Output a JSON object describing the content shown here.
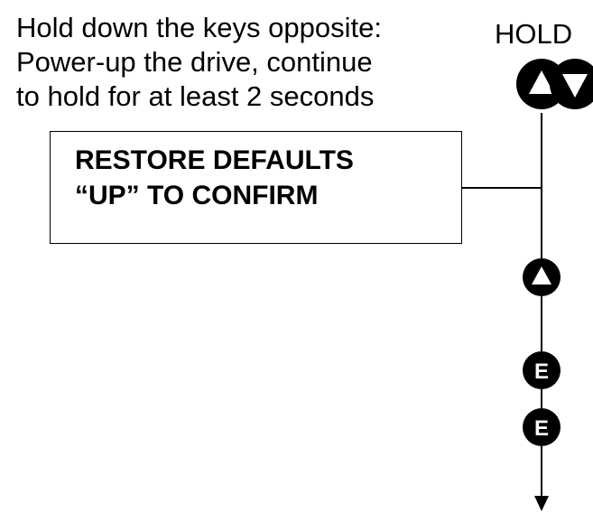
{
  "instructions": {
    "line1": "Hold down the keys opposite:",
    "line2": "Power-up the drive, continue",
    "line3": "to hold for at least 2 seconds"
  },
  "hold_label": "HOLD",
  "display": {
    "line1": "RESTORE DEFAULTS",
    "line2": "“UP” TO CONFIRM"
  },
  "keys": {
    "hold_keys": [
      "up-arrow",
      "down-arrow"
    ],
    "sequence": [
      "up-arrow",
      "E",
      "E"
    ],
    "enter_letter": "E"
  }
}
